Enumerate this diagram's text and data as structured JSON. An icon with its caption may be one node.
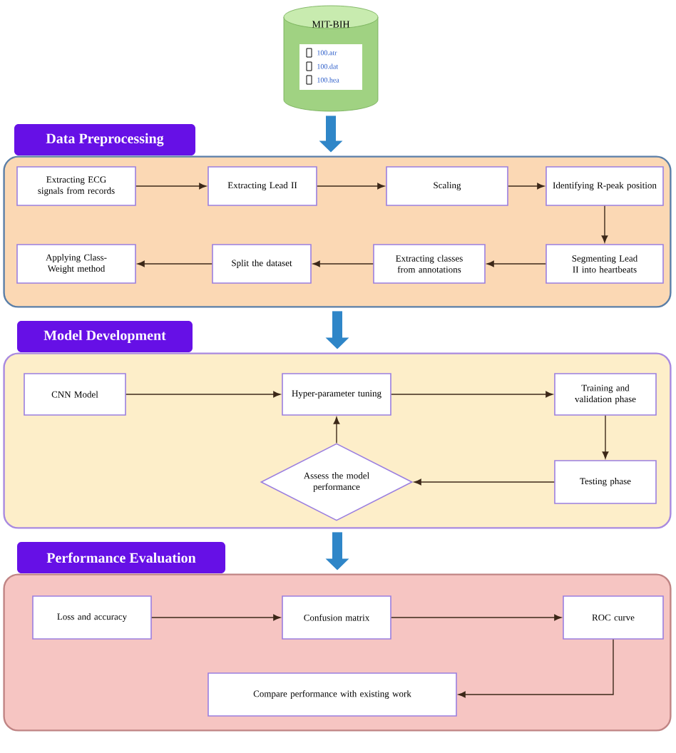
{
  "diagram": {
    "nodes": [
      {
        "text": [
          "MIT-BIH",
          "100.atr",
          "100.dat",
          "100.hea"
        ]
      },
      {
        "text": [
          "Data Preprocessing"
        ]
      },
      {
        "text": [
          "Extracting ECG signals from records"
        ],
        "in": 1
      },
      {
        "text": [
          "Extracting Lead II"
        ],
        "in": 1
      },
      {
        "text": [
          "Scaling"
        ],
        "in": 1
      },
      {
        "text": [
          "Identifying R-peak position"
        ],
        "in": 1
      },
      {
        "text": [
          "Segmenting Lead II into heartbeats"
        ],
        "in": 1
      },
      {
        "text": [
          "Extracting classes from annotations"
        ],
        "in": 1
      },
      {
        "text": [
          "Split the dataset"
        ],
        "in": 1
      },
      {
        "text": [
          "Applying Class-Weight method"
        ],
        "in": 1
      },
      {
        "text": [
          "Model Development"
        ]
      },
      {
        "text": [
          "CNN Model"
        ],
        "in": 10
      },
      {
        "text": [
          "Hyper-parameter tuning"
        ],
        "in": 10
      },
      {
        "text": [
          "Training and validation phase"
        ],
        "in": 10
      },
      {
        "text": [
          "Testing phase"
        ],
        "in": 10
      },
      {
        "text": [
          "Assess the model performance"
        ],
        "in": 10
      },
      {
        "text": [
          "Performance Evaluation"
        ]
      },
      {
        "text": [
          "Loss and accuracy"
        ],
        "in": 16
      },
      {
        "text": [
          "Confusion matrix"
        ],
        "in": 16
      },
      {
        "text": [
          "ROC curve"
        ],
        "in": 16
      },
      {
        "text": [
          "Compare performance with existing work"
        ],
        "in": 16
      }
    ],
    "edges": [
      {
        "from": 0,
        "to": 1,
        "arrow": "to",
        "style": "thick",
        "color": "#2f86c8"
      },
      {
        "from": 2,
        "to": 3,
        "arrow": "to"
      },
      {
        "from": 3,
        "to": 4,
        "arrow": "to"
      },
      {
        "from": 4,
        "to": 5,
        "arrow": "to"
      },
      {
        "from": 5,
        "to": 6,
        "arrow": "to"
      },
      {
        "from": 6,
        "to": 7,
        "arrow": "to"
      },
      {
        "from": 7,
        "to": 8,
        "arrow": "to"
      },
      {
        "from": 8,
        "to": 9,
        "arrow": "to"
      },
      {
        "from": 1,
        "to": 10,
        "arrow": "to",
        "style": "thick",
        "color": "#2f86c8"
      },
      {
        "from": 11,
        "to": 12,
        "arrow": "to"
      },
      {
        "from": 12,
        "to": 13,
        "arrow": "to"
      },
      {
        "from": 13,
        "to": 14,
        "arrow": "to"
      },
      {
        "from": 14,
        "to": 15,
        "arrow": "to"
      },
      {
        "from": 15,
        "to": 12,
        "arrow": "to"
      },
      {
        "from": 10,
        "to": 16,
        "arrow": "to",
        "style": "thick",
        "color": "#2f86c8"
      },
      {
        "from": 17,
        "to": 18,
        "arrow": "to"
      },
      {
        "from": 18,
        "to": 19,
        "arrow": "to"
      },
      {
        "from": 19,
        "to": 20,
        "arrow": "to"
      }
    ]
  }
}
